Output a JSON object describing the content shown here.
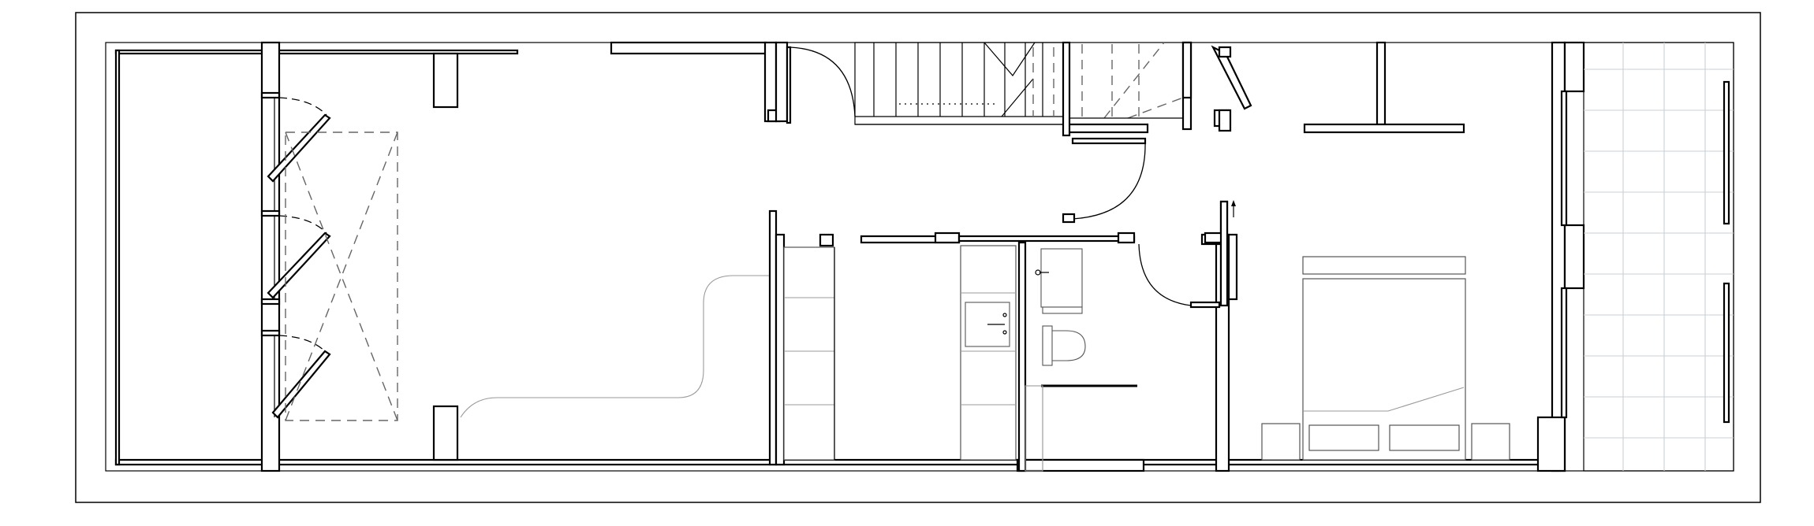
{
  "drawing": {
    "kind": "architectural floor plan",
    "colors": {
      "linework": "#000000",
      "background": "#ffffff",
      "furniture": "#555555",
      "tiles": "#c9d0d6",
      "hidden_lines": "#666666"
    },
    "elements": [
      "sheet-frame",
      "building-outline",
      "exterior-walls",
      "left-room",
      "stair",
      "doors",
      "kitchen-joinery",
      "bathroom-fixtures",
      "bedroom-bed",
      "terrace-tiles"
    ]
  }
}
